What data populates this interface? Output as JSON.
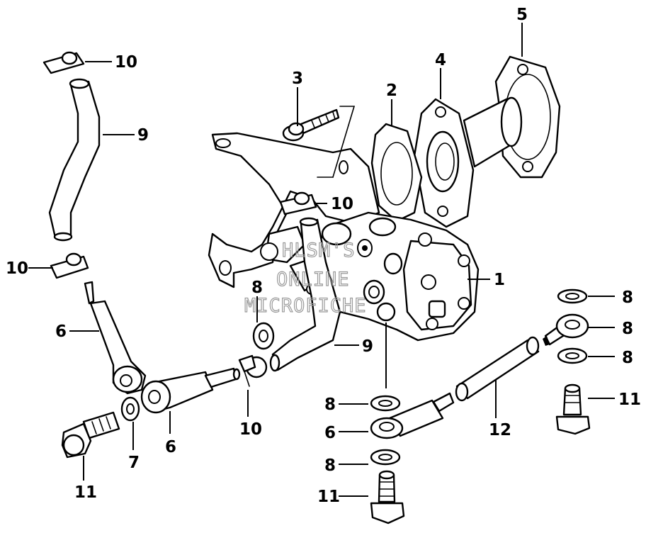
{
  "watermark": {
    "lines": [
      "HLSM'S",
      "ONLINE",
      "MICROFICHE"
    ]
  },
  "callouts": [
    {
      "id": "c1",
      "number": "1"
    },
    {
      "id": "c2",
      "number": "2"
    },
    {
      "id": "c3",
      "number": "3"
    },
    {
      "id": "c4",
      "number": "4"
    },
    {
      "id": "c5",
      "number": "5"
    },
    {
      "id": "c6a",
      "number": "6"
    },
    {
      "id": "c6b",
      "number": "6"
    },
    {
      "id": "c6c",
      "number": "6"
    },
    {
      "id": "c7",
      "number": "7"
    },
    {
      "id": "c8a",
      "number": "8"
    },
    {
      "id": "c8b",
      "number": "8"
    },
    {
      "id": "c8c",
      "number": "8"
    },
    {
      "id": "c8d",
      "number": "8"
    },
    {
      "id": "c8e",
      "number": "8"
    },
    {
      "id": "c8f",
      "number": "8"
    },
    {
      "id": "c9a",
      "number": "9"
    },
    {
      "id": "c9b",
      "number": "9"
    },
    {
      "id": "c10a",
      "number": "10"
    },
    {
      "id": "c10b",
      "number": "10"
    },
    {
      "id": "c10c",
      "number": "10"
    },
    {
      "id": "c10d",
      "number": "10"
    },
    {
      "id": "c11a",
      "number": "11"
    },
    {
      "id": "c11b",
      "number": "11"
    },
    {
      "id": "c11c",
      "number": "11"
    },
    {
      "id": "c12",
      "number": "12"
    }
  ]
}
